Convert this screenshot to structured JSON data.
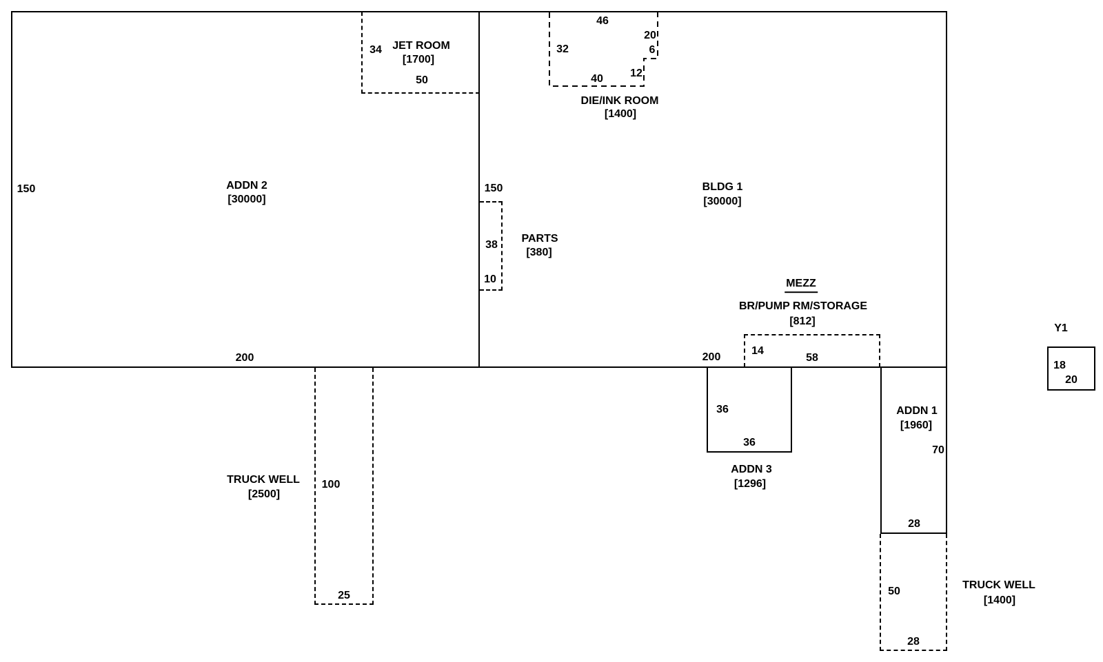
{
  "diagram": {
    "kind": "building-sketch",
    "line_color": "#000000",
    "background": "#ffffff"
  },
  "rooms": {
    "addn2": {
      "name": "ADDN 2",
      "area": "[30000]",
      "dim_v": "150",
      "dim_h": "200"
    },
    "bldg1": {
      "name": "BLDG 1",
      "area": "[30000]",
      "dim_v": "150",
      "dim_h": "200"
    },
    "jet_room": {
      "name": "JET ROOM",
      "area": "[1700]",
      "dim_v": "34",
      "dim_h": "50"
    },
    "die_ink_room": {
      "name": "DIE/INK ROOM",
      "area": "[1400]",
      "dim_top": "46",
      "dim_left": "32",
      "dim_right": "20",
      "dim_notch_w": "6",
      "dim_notch_v": "12",
      "dim_bottom": "40"
    },
    "parts": {
      "name": "PARTS",
      "area": "[380]",
      "dim_v": "38",
      "dim_h": "10"
    },
    "mezz": {
      "title": "MEZZ",
      "name": "BR/PUMP RM/STORAGE",
      "area": "[812]",
      "dim_v": "14",
      "dim_h": "58"
    },
    "addn3": {
      "name": "ADDN 3",
      "area": "[1296]",
      "dim_v": "36",
      "dim_h": "36"
    },
    "addn1": {
      "name": "ADDN 1",
      "area": "[1960]",
      "dim_v": "70",
      "dim_h": "28"
    },
    "truck_well_left": {
      "name": "TRUCK WELL",
      "area": "[2500]",
      "dim_v": "100",
      "dim_h": "25"
    },
    "truck_well_right": {
      "name": "TRUCK WELL",
      "area": "[1400]",
      "dim_v": "50",
      "dim_h": "28"
    },
    "y1": {
      "name": "Y1",
      "dim_v": "18",
      "dim_h": "20"
    }
  }
}
